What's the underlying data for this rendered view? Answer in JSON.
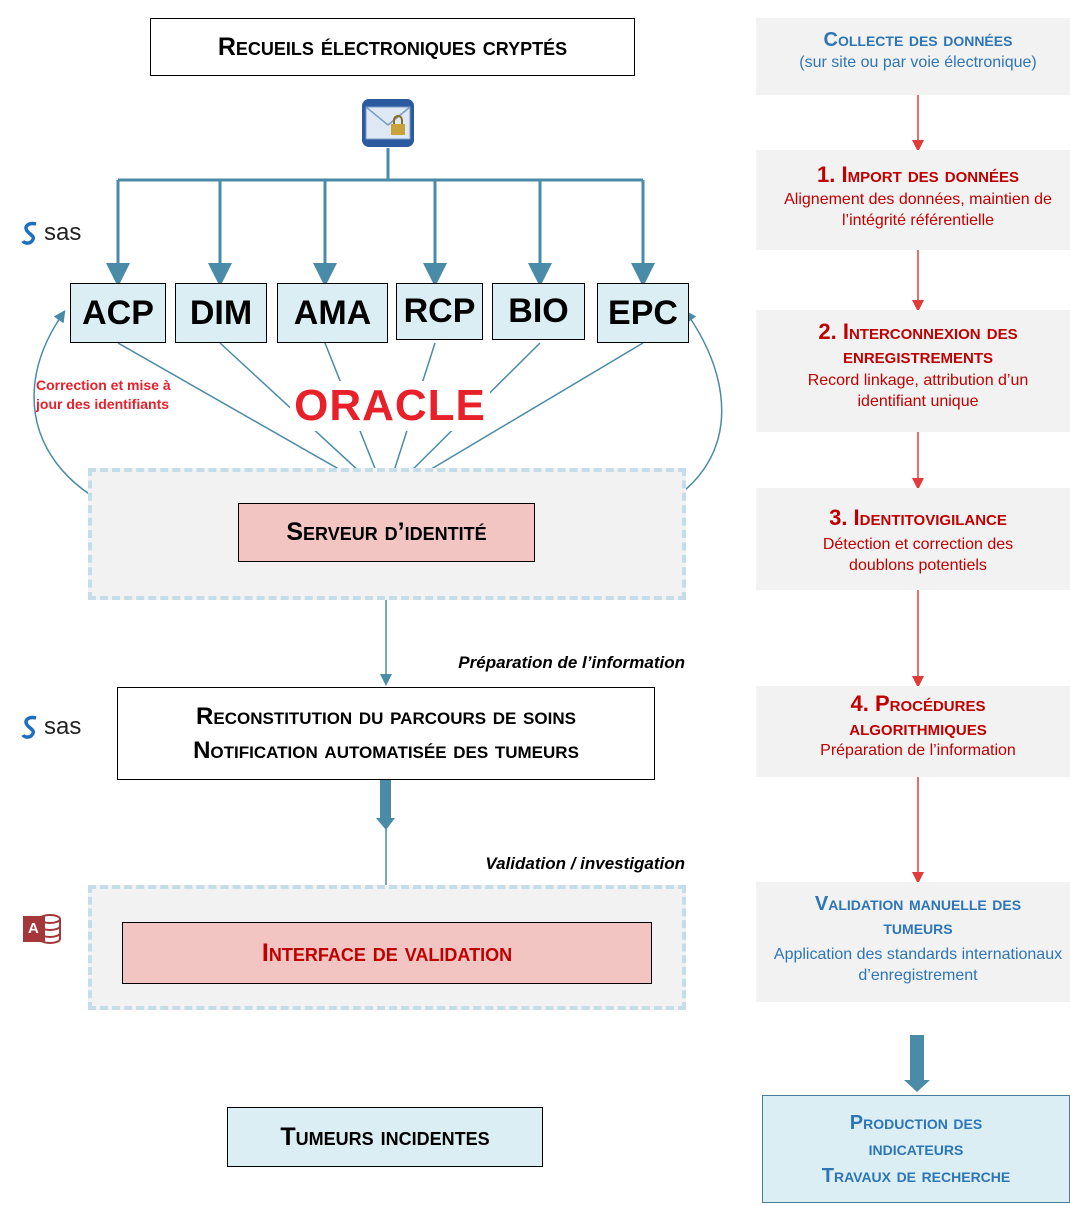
{
  "left": {
    "top_box": "Recueils électroniques cryptés",
    "sources": [
      "ACP",
      "DIM",
      "AMA",
      "RCP",
      "BIO",
      "EPC"
    ],
    "sas_logo": "sas",
    "oracle_logo": "ORACLE",
    "correction_note": "Correction et mise à jour des identifiants",
    "identity_server": "Serveur d’identité",
    "prep_label": "Préparation de l’information",
    "recon_line1": "Reconstitution du parcours de soins",
    "recon_line2": "Notification automatisée des tumeurs",
    "validation_label": "Validation / investigation",
    "interface_box": "Interface de validation",
    "access_letter": "A",
    "final_box": "Tumeurs incidentes"
  },
  "right": {
    "collect_title": "Collecte des données",
    "collect_desc": "(sur site ou par voie électronique)",
    "step1_title": "1. Import des données",
    "step1_desc": "Alignement des données, maintien de l’intégrité référentielle",
    "step2_title": "2. Interconnexion des enregistrements",
    "step2_desc": "Record linkage, attribution d’un identifiant unique",
    "step3_title": "3. Identitovigilance",
    "step3_desc": "Détection et correction des doublons potentiels",
    "step4_title": "4. Procédures algorithmiques",
    "step4_desc": "Préparation de l’information",
    "valid_title": "Validation manuelle des tumeurs",
    "valid_desc": "Application des standards internationaux d’enregistrement",
    "prod_line1": "Production des indicateurs",
    "prod_line2": "Travaux de recherche"
  },
  "colors": {
    "red": "#c00000",
    "blue": "#2e75b6",
    "connector": "#4a8ba8",
    "source_fill": "#dbeef3",
    "pink_fill": "#f2c4c2"
  }
}
